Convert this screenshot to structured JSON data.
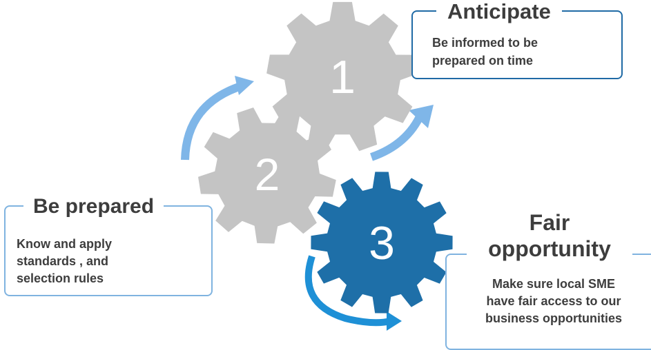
{
  "steps": [
    {
      "number": "1",
      "title": "Anticipate",
      "description": "Be informed to be\nprepared on time",
      "gear_color": "#c4c4c4"
    },
    {
      "number": "2",
      "title": "Be prepared",
      "description": "Know and apply\nstandards , and\nselection rules",
      "gear_color": "#c4c4c4"
    },
    {
      "number": "3",
      "title": "Fair\nopportunity",
      "description": "Make sure local SME\nhave fair access to our\nbusiness opportunities",
      "gear_color": "#1e6fa8"
    }
  ],
  "colors": {
    "arrow_light": "#7fb6e8",
    "arrow_dark": "#1e90d6",
    "box_border_light": "#7fb3e0",
    "box_border_dark": "#1f6aa5"
  }
}
